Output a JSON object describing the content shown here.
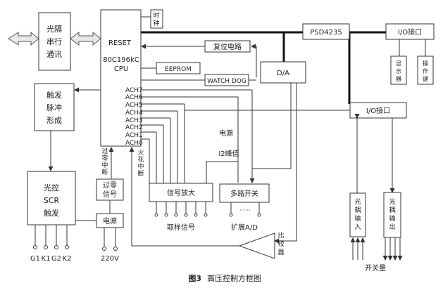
{
  "labels": {
    "serial_line1": "光隔",
    "serial_line2": "串行",
    "serial_line3": "通讯",
    "cpu_reset": "RESET",
    "cpu_model": "80C196kC",
    "cpu_cpu": "CPU",
    "clock_1": "时",
    "clock_2": "钟",
    "reset_circuit": "复位电路",
    "eeprom": "EEPROM",
    "watchdog": "WATCH DOG",
    "psd": "PSD4235",
    "io_top": "I/O接口",
    "display_1": "显",
    "display_2": "示",
    "display_3": "器",
    "keypad_1": "操",
    "keypad_2": "作",
    "keypad_3": "键",
    "dac": "D/A",
    "io_mid": "I/O接口",
    "ach": [
      "ACH7",
      "ACH6",
      "ACH5",
      "ACH4",
      "ACH3",
      "ACH2",
      "ACH1",
      "ACH0"
    ],
    "trigger_1": "触发",
    "trigger_2": "脉冲",
    "trigger_3": "形成",
    "zero_cross_v": [
      "过",
      "零",
      "中",
      "断"
    ],
    "spark_v": [
      "火",
      "花",
      "中",
      "断"
    ],
    "zero_detect_1": "过零",
    "zero_detect_2": "信号",
    "scr_1": "光控",
    "scr_2": "SCR",
    "scr_3": "触发",
    "power_box": "电源",
    "v220": "220V",
    "scr_outputs": [
      "G1",
      "K1",
      "G2",
      "K2"
    ],
    "amp": "信号放大",
    "mux": "多路开关",
    "power_label": "电源",
    "i2peak": "I2峰值",
    "sampling": "取样信号",
    "expand_ad": "扩展A/D",
    "comparator_v": [
      "比",
      "较",
      "器"
    ],
    "opto_in_v": [
      "光",
      "耦",
      "输",
      "入"
    ],
    "opto_out_v": [
      "光",
      "耦",
      "输",
      "出"
    ],
    "switch_qty": "开关量",
    "dots": "······"
  },
  "caption": {
    "fig_no": "图3",
    "title": "高压控制方框图"
  }
}
